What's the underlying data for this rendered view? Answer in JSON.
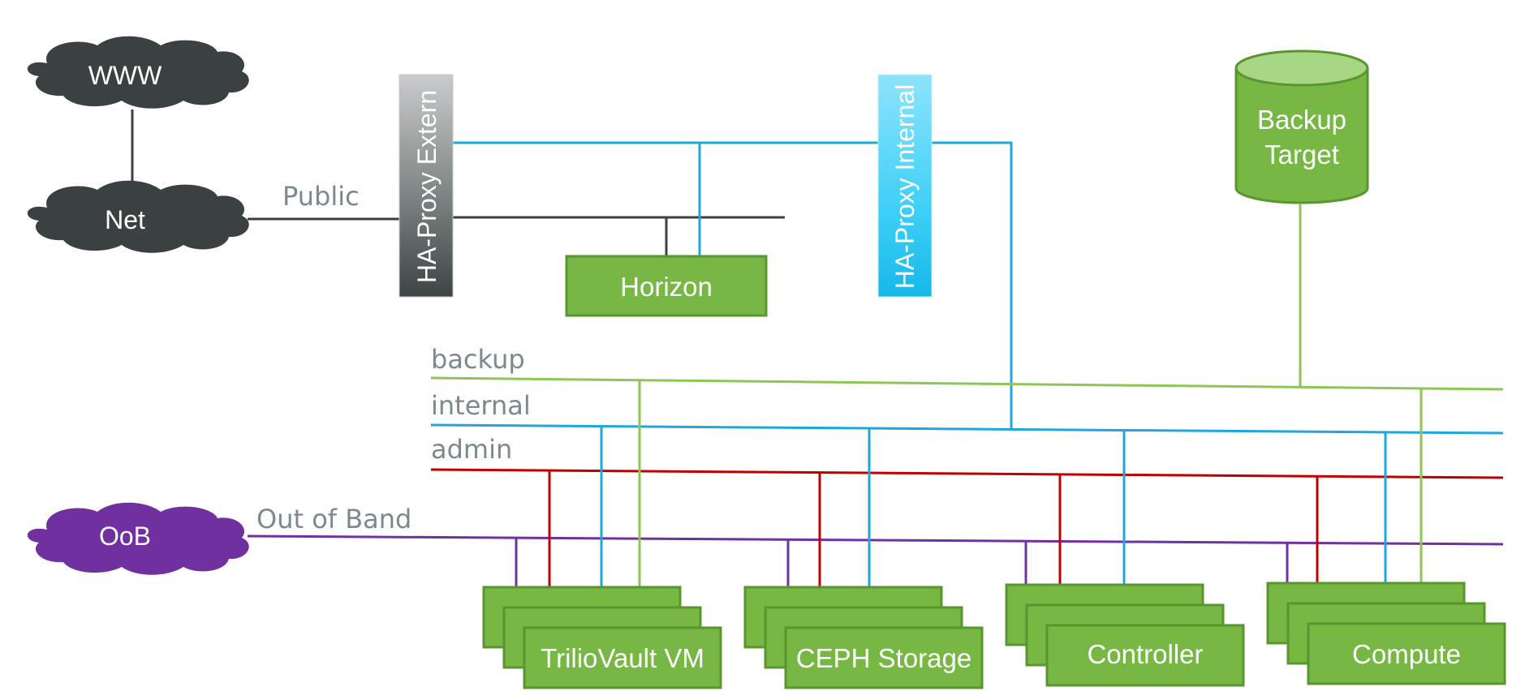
{
  "clouds": {
    "www": "WWW",
    "net": "Net",
    "oob": "OoB"
  },
  "proxies": {
    "extern": "HA-Proxy Extern",
    "internal": "HA-Proxy Internal"
  },
  "services": {
    "horizon": "Horizon",
    "backup_target_line1": "Backup",
    "backup_target_line2": "Target"
  },
  "networks": {
    "public": "Public",
    "backup": "backup",
    "internal": "internal",
    "admin": "admin",
    "oob": "Out of Band"
  },
  "node_groups": {
    "triliovault": "TrilioVault VM",
    "ceph": "CEPH Storage",
    "controller": "Controller",
    "compute": "Compute"
  },
  "colors": {
    "cloud_dark": "#3b4140",
    "cloud_oob": "#7030a0",
    "green": "#76b843",
    "green_border": "#5a9530",
    "backup_line": "#8dc558",
    "internal_line": "#1ea6df",
    "admin_line": "#c00000",
    "oob_line": "#7030a0",
    "public_line": "#3b4140",
    "proxy_internal": "#1ec6f3"
  }
}
